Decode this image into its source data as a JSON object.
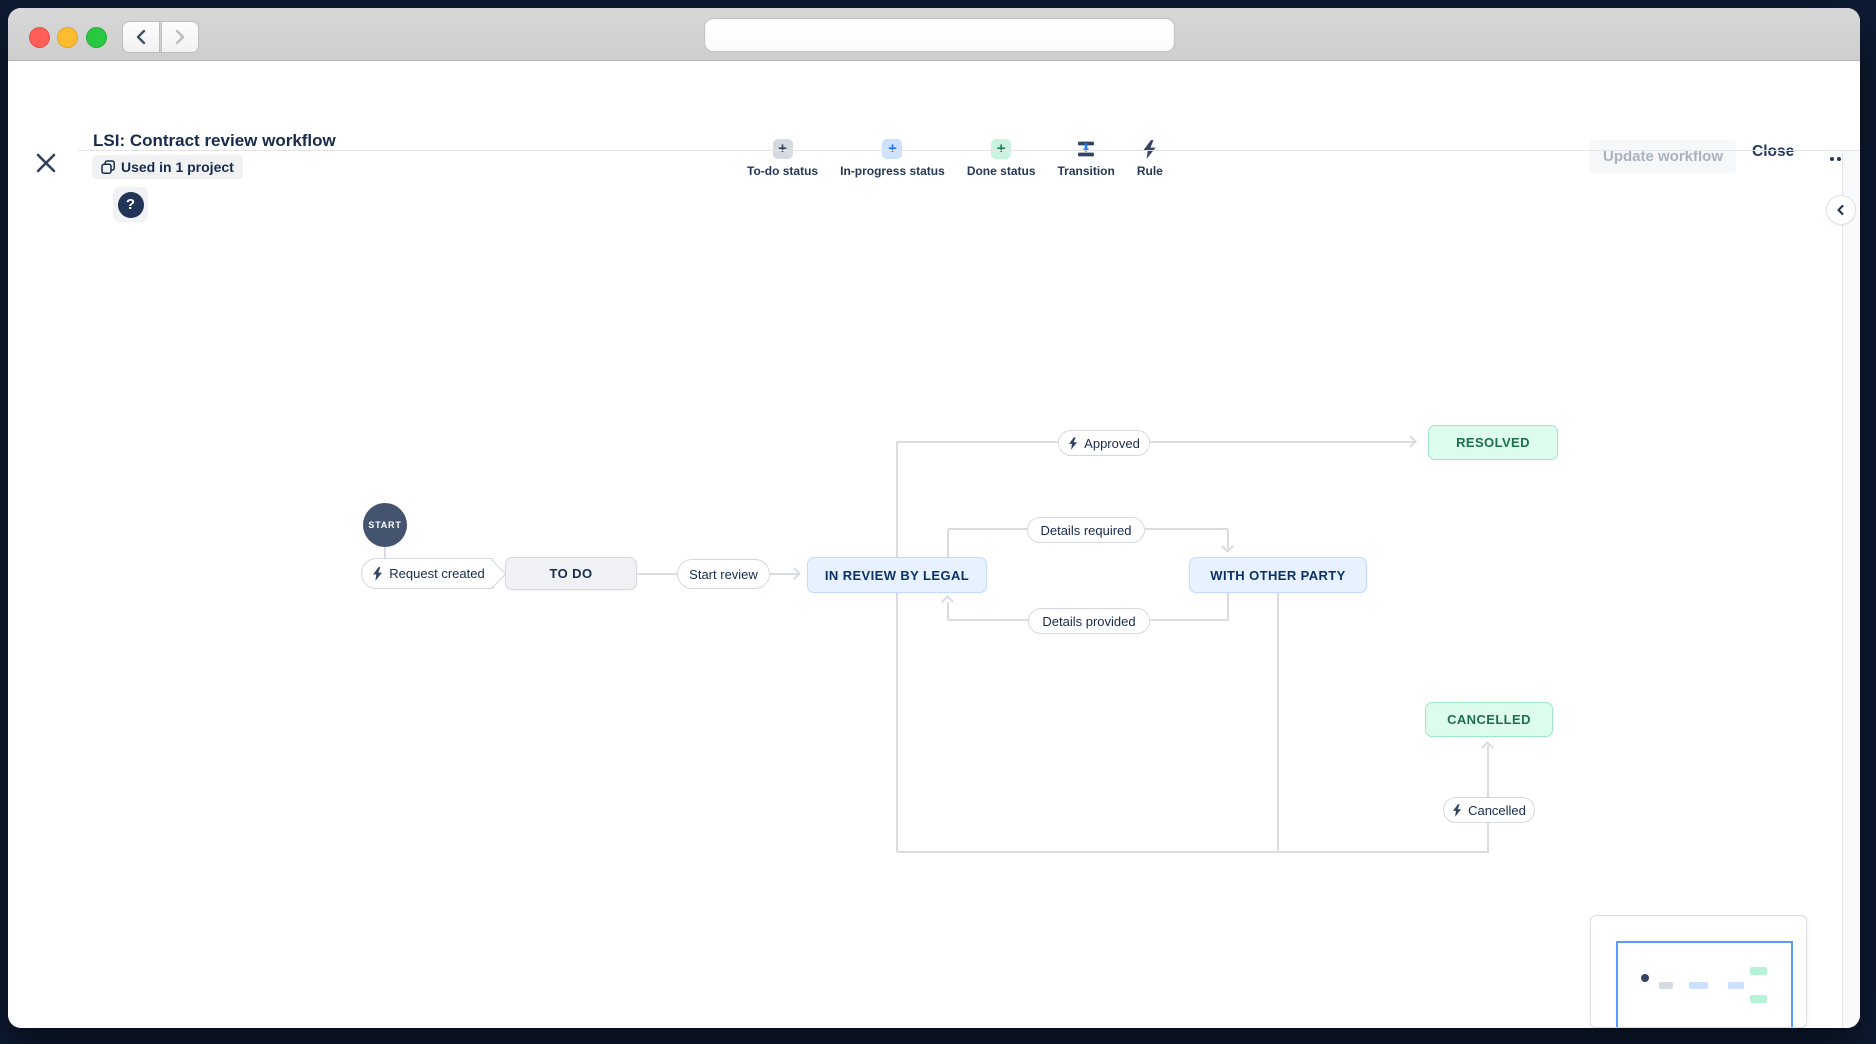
{
  "window": {
    "address_bar": {
      "value": ""
    }
  },
  "header": {
    "title": "LSI: Contract review workflow",
    "badge": "Used in 1 project",
    "toolbar": [
      {
        "label": "To-do status",
        "icon": "plus-icon-gray"
      },
      {
        "label": "In-progress status",
        "icon": "plus-icon-blue"
      },
      {
        "label": "Done status",
        "icon": "plus-icon-green"
      },
      {
        "label": "Transition",
        "icon": "transition-icon"
      },
      {
        "label": "Rule",
        "icon": "lightning-icon"
      }
    ],
    "update_label": "Update workflow",
    "close_label": "Close"
  },
  "canvas": {
    "help_label": "?"
  },
  "diagram": {
    "nodes": {
      "start": {
        "label": "START",
        "type": "start"
      },
      "todo": {
        "label": "TO DO",
        "type": "todo"
      },
      "in_review": {
        "label": "IN REVIEW BY LEGAL",
        "type": "in-progress"
      },
      "with_other_party": {
        "label": "WITH OTHER PARTY",
        "type": "in-progress"
      },
      "resolved": {
        "label": "RESOLVED",
        "type": "done"
      },
      "cancelled": {
        "label": "CANCELLED",
        "type": "done"
      }
    },
    "transitions": {
      "request_created": {
        "label": "Request created",
        "has_rule": true
      },
      "start_review": {
        "label": "Start review",
        "has_rule": false
      },
      "approved": {
        "label": "Approved",
        "has_rule": true
      },
      "details_required": {
        "label": "Details required",
        "has_rule": false
      },
      "details_provided": {
        "label": "Details provided",
        "has_rule": false
      },
      "cancelled": {
        "label": "Cancelled",
        "has_rule": true
      }
    }
  },
  "colors": {
    "navy_text": "#172b4d",
    "line_gray": "#d9dce1",
    "pill_border": "#d5d9df",
    "todo_bg": "#f0f1f4",
    "todo_border": "#d6dade",
    "inprogress_bg": "#e8f1ff",
    "inprogress_border": "#c2dbff",
    "inprogress_text": "#09326c",
    "done_bg": "#ddfcee",
    "done_border": "#9fe7c7",
    "done_text": "#1d6f4e",
    "start_node": "#44546f",
    "viewport_border": "#579dff",
    "blue_accent": "#1d7afc",
    "green_accent": "#1f845a",
    "disabled_text": "#a9b2c0",
    "traffic_red": "#ff5f57",
    "traffic_yellow": "#febc2e",
    "traffic_green": "#28c840"
  }
}
